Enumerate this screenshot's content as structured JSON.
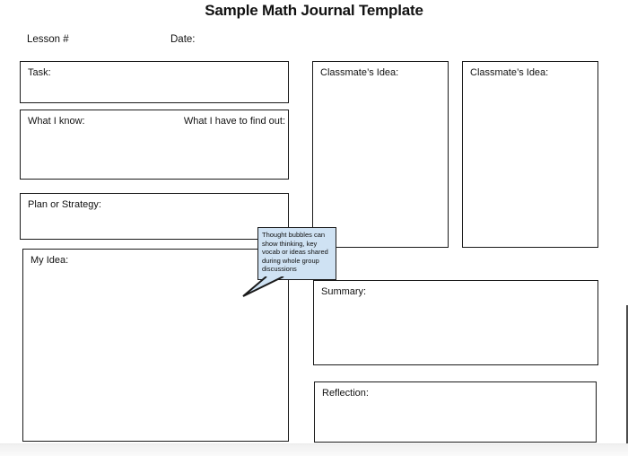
{
  "header": {
    "title": "Sample Math Journal Template",
    "lesson_label": "Lesson #",
    "date_label": "Date:"
  },
  "boxes": {
    "task": {
      "label": "Task:"
    },
    "know": {
      "label_left": "What I know:",
      "label_right": "What I have to find out:"
    },
    "plan": {
      "label": "Plan or Strategy:"
    },
    "my_idea": {
      "label": "My Idea:"
    },
    "classmate_1": {
      "label": "Classmate’s Idea:",
      "label_color": "#2d2dcc"
    },
    "classmate_2": {
      "label": "Classmate’s Idea:",
      "label_color": "#2d2dcc"
    },
    "summary": {
      "label": "Summary:",
      "label_color": "#ee2222"
    },
    "reflection": {
      "label": "Reflection:"
    }
  },
  "callout": {
    "text": "Thought bubbles can show thinking, key vocab or ideas shared during whole group discussions",
    "fill_color": "#cfe2f3",
    "border_color": "#1a1a1a"
  },
  "colors": {
    "box_border": "#1a1a1a",
    "text": "#111111",
    "background": "#ffffff"
  }
}
